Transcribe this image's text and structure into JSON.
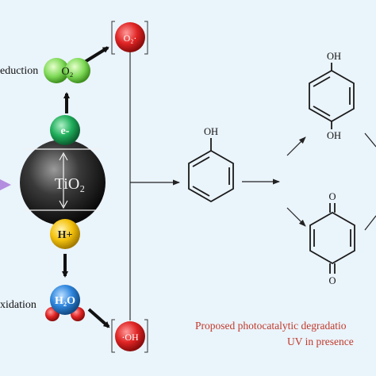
{
  "diagram": {
    "reduction_label": "eduction",
    "oxidation_label": "xidation",
    "o2_label": "O₂",
    "o2_radical_label": "O₂·",
    "electron_label": "e-",
    "tio2_label": "TiO₂",
    "hole_label": "H+",
    "water_label": "H₂O",
    "oh_radical_label": "·OH",
    "phenol_oh": "OH",
    "hydroquinone_oh_top": "OH",
    "hydroquinone_oh_bottom": "OH",
    "benzoquinone_o_top": "O",
    "benzoquinone_o_bottom": "O",
    "caption_line1": "Proposed photocatalytic degradatio",
    "caption_line2": "UV in presence",
    "colors": {
      "background": "#eaf4fb",
      "o2_ball": "#7ed957",
      "radical_ball": "#e02424",
      "electron_ball": "#1fae5b",
      "hole_ball": "#f4c20d",
      "water_ball": "#2e86de",
      "caption": "#c0392b",
      "uv_arrow": "#b38de0"
    }
  }
}
